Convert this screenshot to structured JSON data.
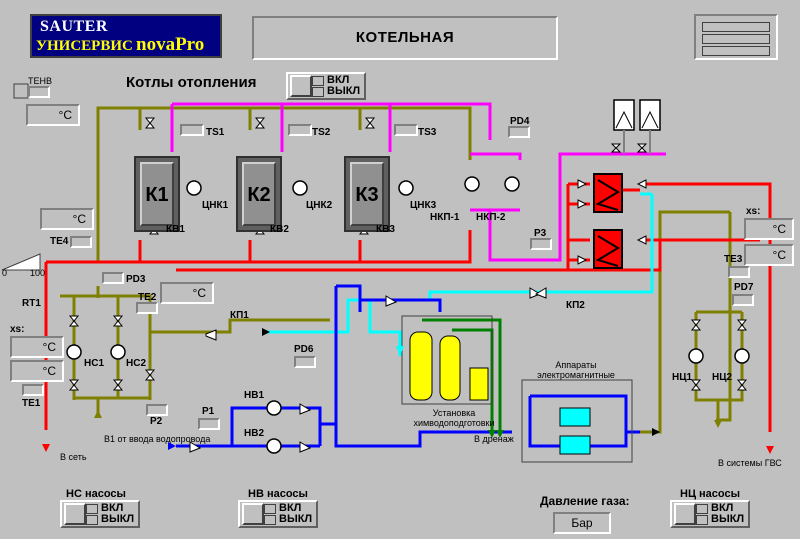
{
  "header": {
    "logo_line1": "SAUTER",
    "logo_line2": "УНИСЕРВИС",
    "logo_line3": "novaPro",
    "page_title": "КОТЕЛЬНАЯ"
  },
  "boilers_section": {
    "title": "Котлы отопления",
    "on_label": "ВКЛ",
    "off_label": "ВЫКЛ",
    "boilers": [
      {
        "name": "К1",
        "pump": "ЦНК1",
        "valve": "КВ1",
        "sensor": "TS1"
      },
      {
        "name": "К2",
        "pump": "ЦНК2",
        "valve": "КВ2",
        "sensor": "TS2"
      },
      {
        "name": "К3",
        "pump": "ЦНК3",
        "valve": "КВ3",
        "sensor": "TS3"
      }
    ]
  },
  "sensors": {
    "tenv": "ТЕНВ",
    "te4": "TE4",
    "te2": "TE2",
    "te1": "TE1",
    "te3": "TE3",
    "rt1": "RT1",
    "pd3": "PD3",
    "pd4": "PD4",
    "pd6": "PD6",
    "pd7": "PD7",
    "p1": "P1",
    "p2": "P2",
    "p3": "P3",
    "kp1": "КП1",
    "kp2": "КП2",
    "nkp1": "НКП-1",
    "nkp2": "НКП-2",
    "hs1": "НС1",
    "hs2": "НС2",
    "hv1": "НВ1",
    "hv2": "НВ2",
    "hc1": "НЦ1",
    "hc2": "НЦ2",
    "valve_min": "0",
    "valve_max": "100",
    "temp_unit": "°C",
    "xs_label": "xs:"
  },
  "annotations": {
    "to_network": "В сеть",
    "b1_input": "В1 от ввода водопровода",
    "to_drain": "В дренаж",
    "water_treatment": "Установка химводоподготовки",
    "electromagnetic": "Аппараты электромагнитные",
    "to_gvs": "В системы ГВС"
  },
  "bottom_controls": {
    "ns_title": "НС насосы",
    "nv_title": "НВ насосы",
    "gas_title": "Давление газа:",
    "gas_unit": "Бар",
    "nc_title": "НЦ насосы",
    "on_label": "ВКЛ",
    "off_label": "ВЫКЛ"
  },
  "colors": {
    "background": "#c0c0c0",
    "supply_hot": "#ff0000",
    "return_pink": "#ff00ff",
    "cold_blue": "#0000ff",
    "cyan_line": "#00ffff",
    "olive_line": "#808000",
    "treatment_yellow": "#ffff00",
    "drain_green": "#008000"
  }
}
